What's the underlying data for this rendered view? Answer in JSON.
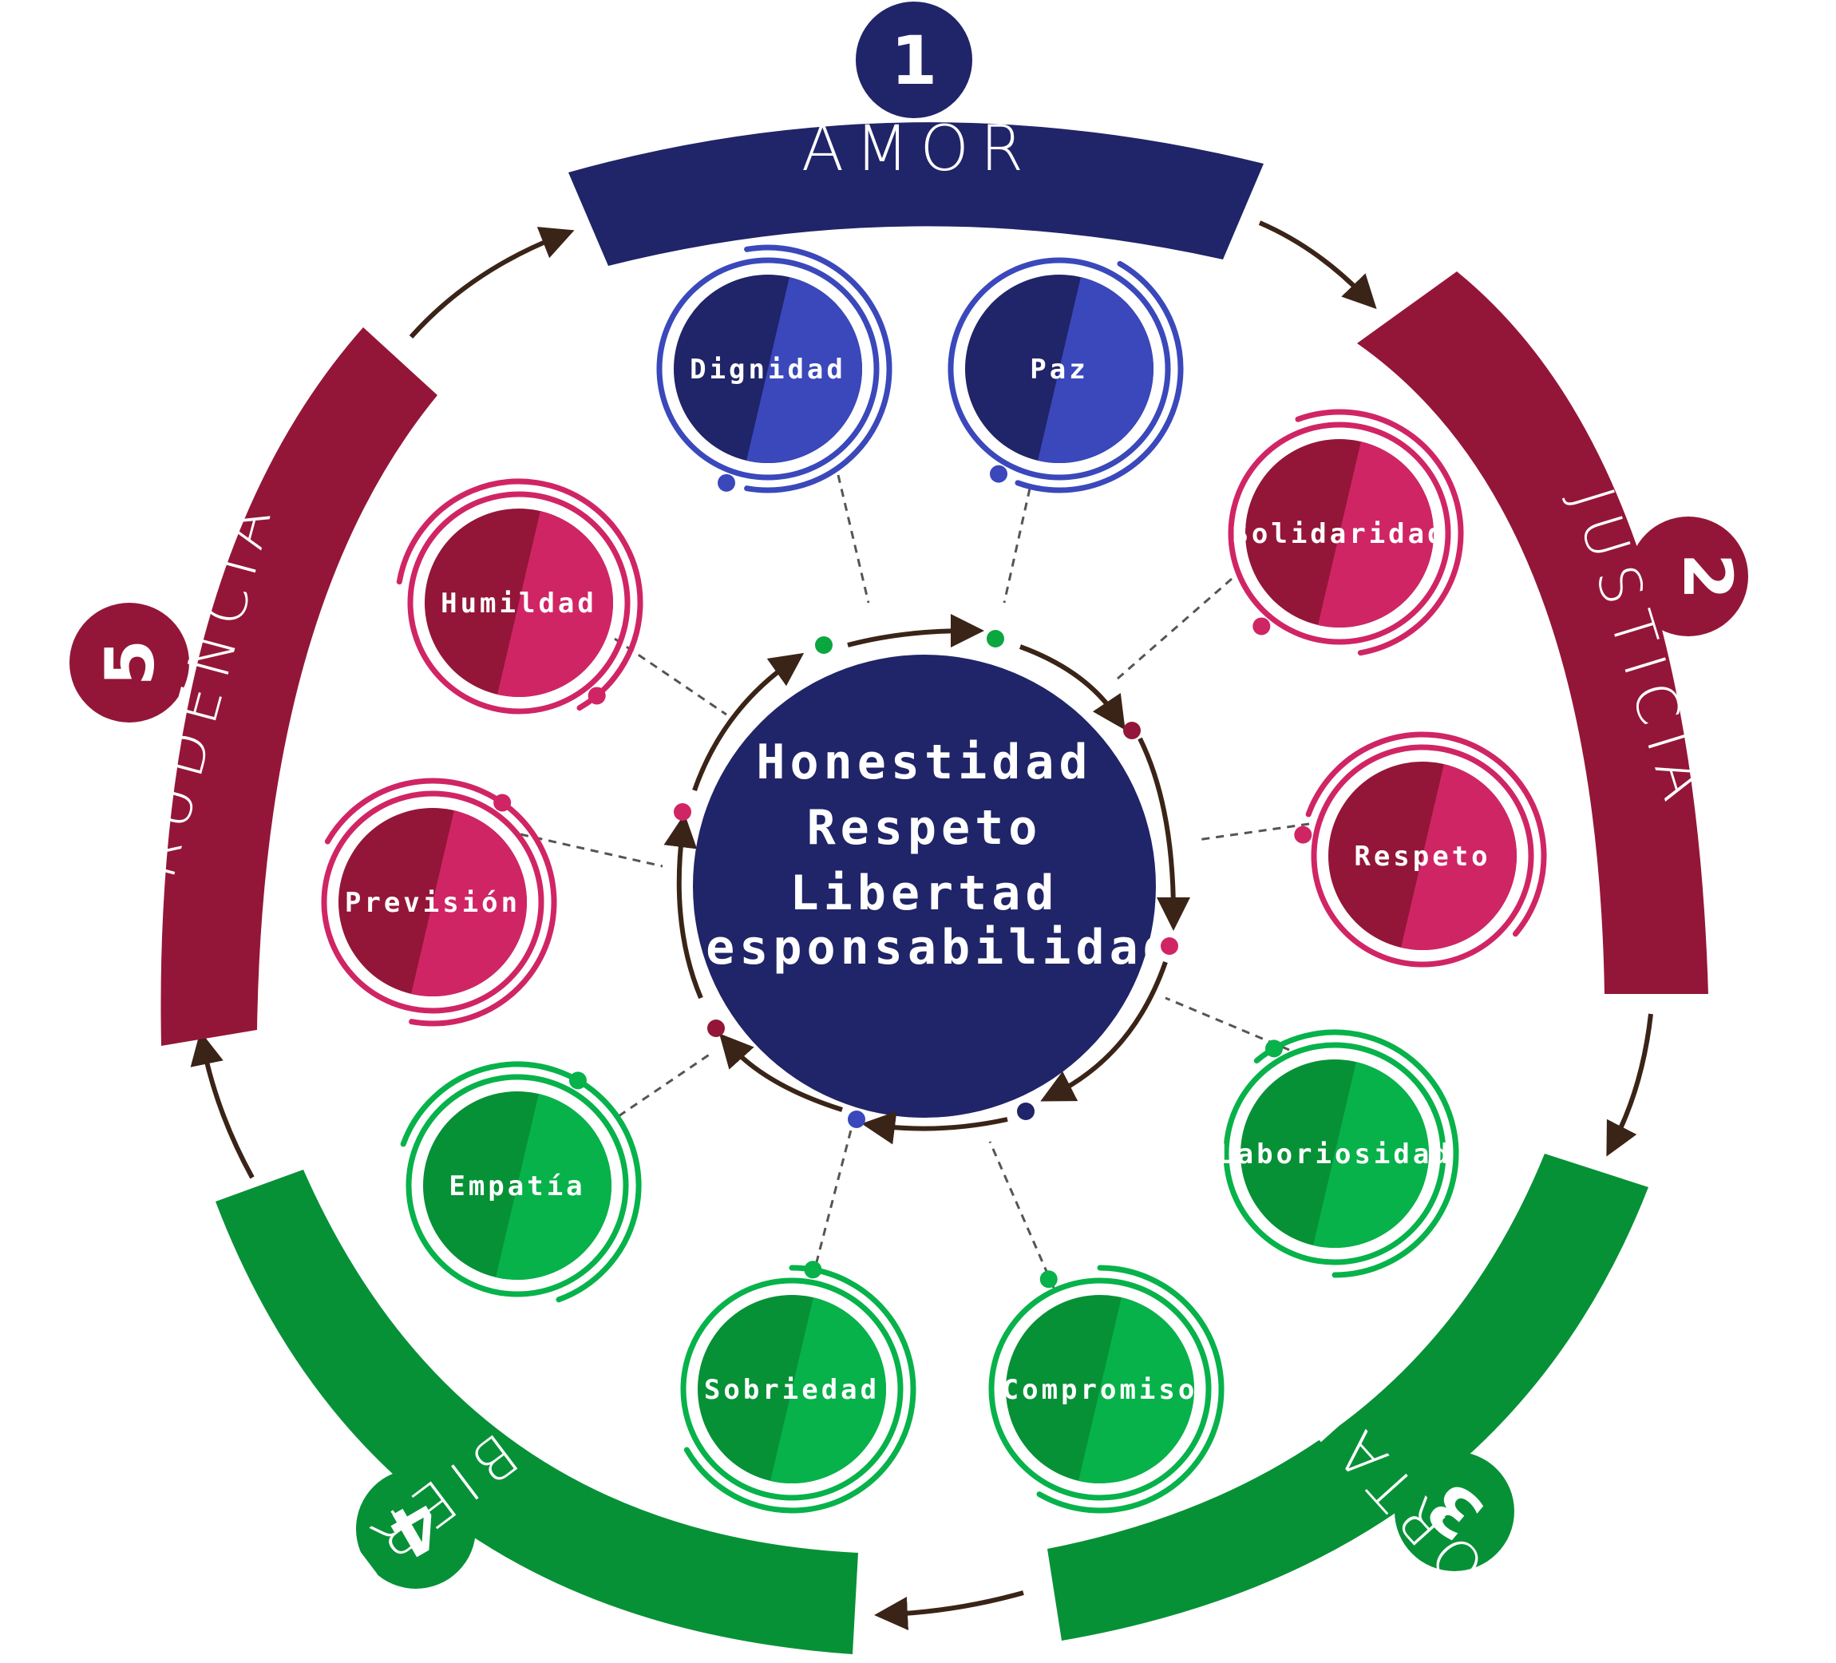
{
  "colors": {
    "navy": "#202468",
    "navy_light": "#3a48bb",
    "maroon": "#931638",
    "pink": "#d02565",
    "green_dark": "#079137",
    "green_light": "#07b24a",
    "arrow": "#3a2417",
    "dot_green": "#0aa640"
  },
  "segments": [
    {
      "id": "amor",
      "number": "1",
      "label": "AMOR",
      "color": "navy"
    },
    {
      "id": "justicia",
      "number": "2",
      "label": "JUSTICIA",
      "color": "maroon"
    },
    {
      "id": "fortaleza",
      "number": "3",
      "label": "FORTALEZA",
      "color": "green"
    },
    {
      "id": "autogobierno",
      "number": "4",
      "label": "AUTOGOBIERNO",
      "color": "green"
    },
    {
      "id": "prudencia",
      "number": "5",
      "label": "PRUDENCIA",
      "color": "maroon"
    }
  ],
  "values": [
    {
      "label": "Dignidad",
      "group": "amor"
    },
    {
      "label": "Paz",
      "group": "amor"
    },
    {
      "label": "Solidaridad",
      "group": "justicia"
    },
    {
      "label": "Respeto",
      "group": "justicia"
    },
    {
      "label": "Laboriosidad",
      "group": "fortaleza"
    },
    {
      "label": "Compromiso",
      "group": "fortaleza"
    },
    {
      "label": "Sobriedad",
      "group": "autogobierno"
    },
    {
      "label": "Empatía",
      "group": "autogobierno"
    },
    {
      "label": "Previsión",
      "group": "prudencia"
    },
    {
      "label": "Humildad",
      "group": "prudencia"
    }
  ],
  "center": {
    "lines": [
      "Honestidad",
      "Respeto",
      "Libertad",
      "Responsabilidad"
    ]
  }
}
